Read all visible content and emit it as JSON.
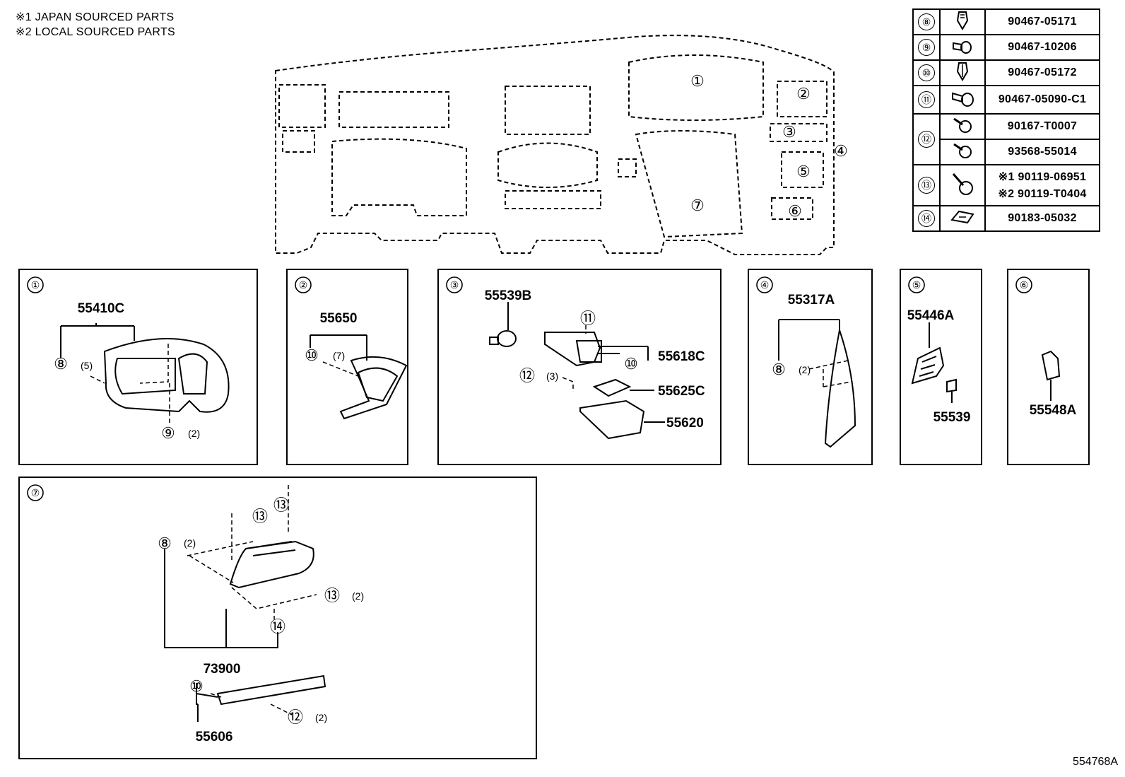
{
  "notes": [
    "※1 JAPAN SOURCED PARTS",
    "※2 LOCAL SOURCED PARTS"
  ],
  "overview_callouts": [
    "①",
    "②",
    "③",
    "④",
    "⑤",
    "⑥",
    "⑦"
  ],
  "parts_table": [
    {
      "num": "⑧",
      "parts": [
        "90467-05171"
      ]
    },
    {
      "num": "⑨",
      "parts": [
        "90467-10206"
      ]
    },
    {
      "num": "⑩",
      "parts": [
        "90467-05172"
      ]
    },
    {
      "num": "⑪",
      "parts": [
        "90467-05090-C1"
      ]
    },
    {
      "num": "⑫",
      "parts": [
        "90167-T0007",
        "93568-55014"
      ]
    },
    {
      "num": "⑬",
      "parts": [
        "※1 90119-06951",
        "※2 90119-T0404"
      ]
    },
    {
      "num": "⑭",
      "parts": [
        "90183-05032"
      ]
    }
  ],
  "panels": {
    "p1": {
      "label": "①",
      "part": "55410C",
      "c8": "⑧",
      "q8": "(5)",
      "c9": "⑨",
      "q9": "(2)"
    },
    "p2": {
      "label": "②",
      "part": "55650",
      "c10": "⑩",
      "q10": "(7)"
    },
    "p3": {
      "label": "③",
      "part_a": "55539B",
      "c11": "⑪",
      "part_b": "55618C",
      "c10": "⑩",
      "c12": "⑫",
      "q12": "(3)",
      "part_c": "55625C",
      "part_d": "55620"
    },
    "p4": {
      "label": "④",
      "part": "55317A",
      "c8": "⑧",
      "q8": "(2)"
    },
    "p5": {
      "label": "⑤",
      "part_a": "55446A",
      "part_b": "55539"
    },
    "p6": {
      "label": "⑥",
      "part": "55548A"
    },
    "p7": {
      "label": "⑦",
      "c13a": "⑬",
      "c13b": "⑬",
      "c8": "⑧",
      "q8": "(2)",
      "c13c": "⑬",
      "q13": "(2)",
      "c14": "⑭",
      "part_a": "73900",
      "c10": "⑩",
      "c12": "⑫",
      "q12": "(2)",
      "part_b": "55606"
    }
  },
  "footer_code": "554768A"
}
